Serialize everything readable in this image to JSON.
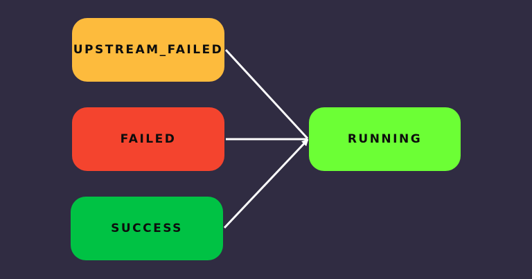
{
  "diagram": {
    "background": "#302c42",
    "edge_color": "#ffffff",
    "nodes": [
      {
        "id": "upstream",
        "label": "UPSTREAM_FAILED",
        "color": "#fdbb3d"
      },
      {
        "id": "failed",
        "label": "FAILED",
        "color": "#f4442e"
      },
      {
        "id": "success",
        "label": "SUCCESS",
        "color": "#00c244"
      },
      {
        "id": "running",
        "label": "RUNNING",
        "color": "#6cff35"
      }
    ],
    "edges": [
      {
        "from": "upstream",
        "to": "running"
      },
      {
        "from": "failed",
        "to": "running"
      },
      {
        "from": "success",
        "to": "running"
      }
    ]
  }
}
